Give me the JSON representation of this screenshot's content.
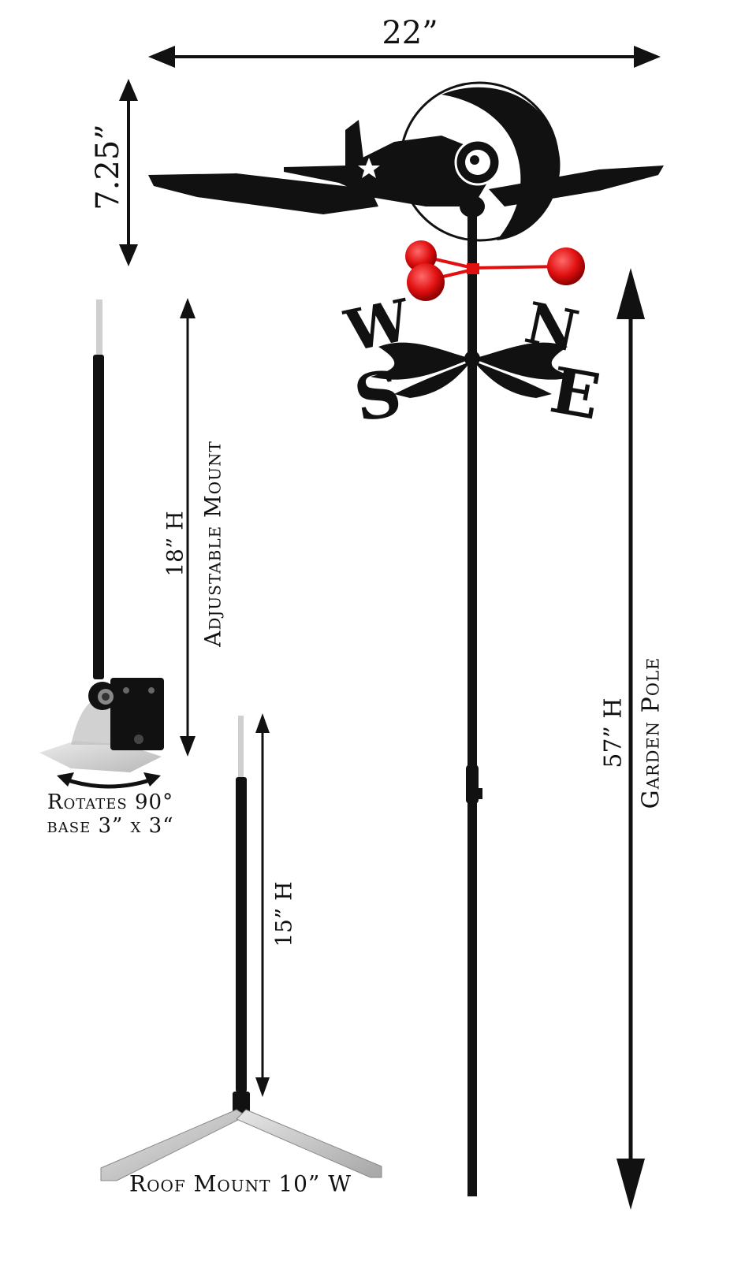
{
  "dimensions": {
    "vane_width": "22”",
    "vane_height": "7.25”"
  },
  "adjustable_mount": {
    "height": "18” H",
    "name": "Adjustable Mount",
    "rotation": "Rotates 90°",
    "base": "base 3” x 3“"
  },
  "roof_mount": {
    "height": "15” H",
    "name": "Roof Mount 10” W"
  },
  "garden_pole": {
    "height": "57”  H",
    "name": "Garden Pole"
  },
  "compass": {
    "north": "N",
    "south": "S",
    "east": "E",
    "west": "W"
  },
  "colors": {
    "metal": "#111111",
    "cups": "#e01010",
    "plate": "#bcbcbc"
  }
}
